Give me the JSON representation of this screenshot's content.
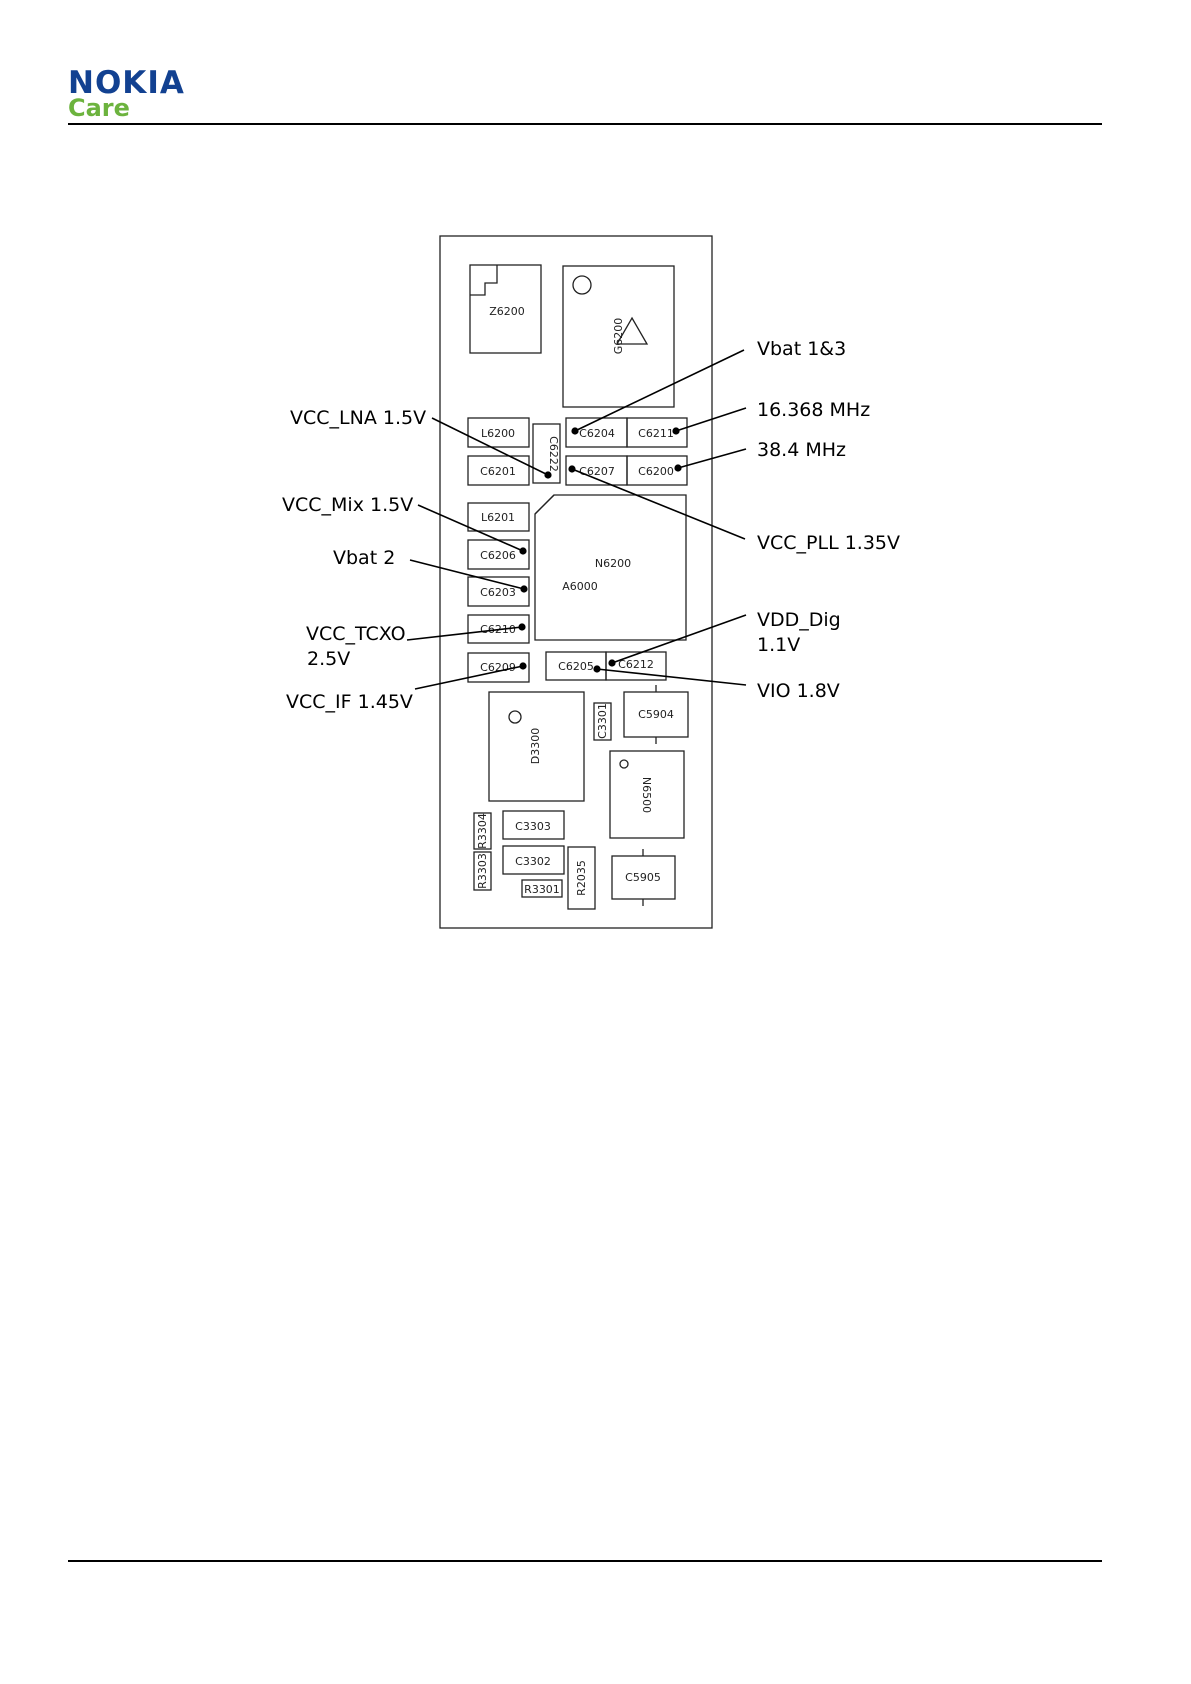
{
  "header": {
    "brand": "NOKIA",
    "sub_brand": "Care",
    "brand_color": "#124191",
    "sub_brand_color": "#6cb33e"
  },
  "board": {
    "components": {
      "Z6200": "Z6200",
      "G6200": "G6200",
      "L6200": "L6200",
      "C6222": "C6222",
      "C6204": "C6204",
      "C6211": "C6211",
      "C6201": "C6201",
      "C6207": "C6207",
      "C6200": "C6200",
      "L6201": "L6201",
      "N6200": "N6200",
      "A6000": "A6000",
      "C6206": "C6206",
      "C6203": "C6203",
      "C6210": "C6210",
      "C6209": "C6209",
      "C6205": "C6205",
      "C6212": "C6212",
      "D3300": "D3300",
      "C3301": "C3301",
      "C5904": "C5904",
      "N6500": "N6500",
      "R3304": "R3304",
      "C3303": "C3303",
      "R3303": "R3303",
      "C3302": "C3302",
      "R3301": "R3301",
      "R2035": "R2035",
      "C5905": "C5905"
    }
  },
  "callouts": {
    "vbat13": "Vbat 1&3",
    "vcc_lna": "VCC_LNA 1.5V",
    "freq_16": "16.368 MHz",
    "freq_38": "38.4 MHz",
    "vcc_mix": "VCC_Mix 1.5V",
    "vcc_pll": "VCC_PLL 1.35V",
    "vbat2": "Vbat 2",
    "vcc_tcxo_1": "VCC_TCXO",
    "vcc_tcxo_2": "2.5V",
    "vdd_dig_1": "VDD_Dig",
    "vdd_dig_2": "1.1V",
    "vio": "VIO 1.8V",
    "vcc_if": "VCC_IF 1.45V"
  }
}
